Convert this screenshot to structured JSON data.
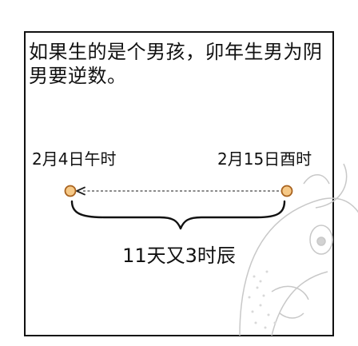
{
  "caption": {
    "line1": "如果生的是个男孩，卯年生男为阴",
    "line2": "男要逆数。"
  },
  "timeline": {
    "start_label": "2月4日午时",
    "end_label": "2月15日酉时",
    "duration_label": "11天又3时辰",
    "direction": "backward"
  },
  "colors": {
    "border": "#111111",
    "text": "#111111",
    "node_fill": "#f6c987",
    "node_stroke": "#a8621e",
    "dashed_line": "#444444",
    "sketch": "#bdbdbd"
  }
}
